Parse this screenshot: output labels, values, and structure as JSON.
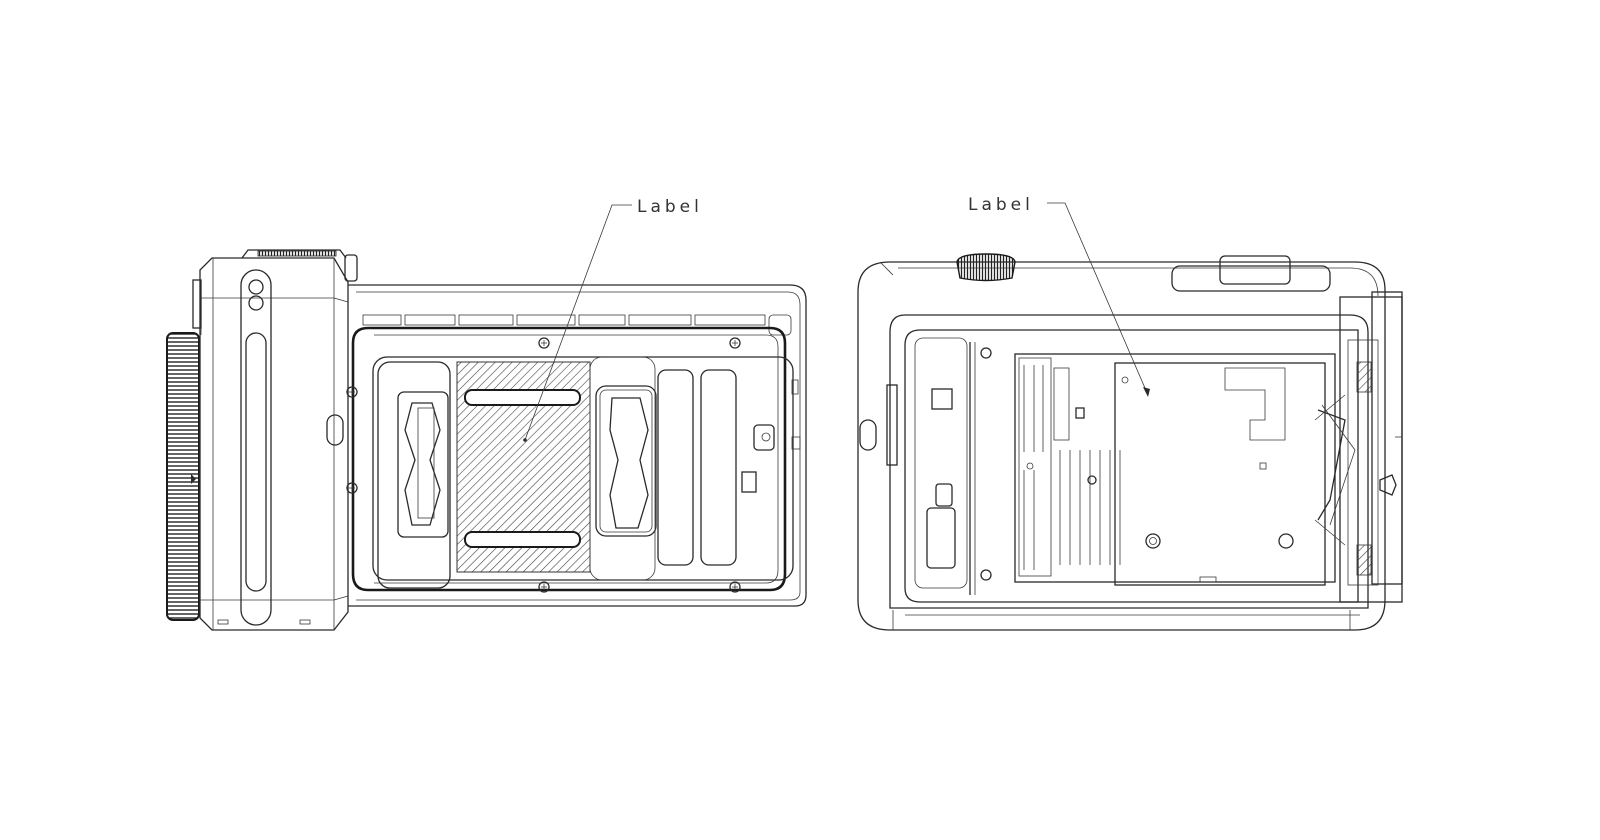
{
  "figure": {
    "type": "technical-line-drawing",
    "views": [
      {
        "id": "left-view",
        "description": "Side view of camera body with open rear panel showing cartridge tray and hatched label area",
        "callout": {
          "text": "Label"
        }
      },
      {
        "id": "right-view",
        "description": "Rear view of camera with open back showing internal film chamber and label plate",
        "callout": {
          "text": "Label"
        }
      }
    ],
    "colors": {
      "background": "#ffffff",
      "line": "#2a2a2a"
    }
  }
}
